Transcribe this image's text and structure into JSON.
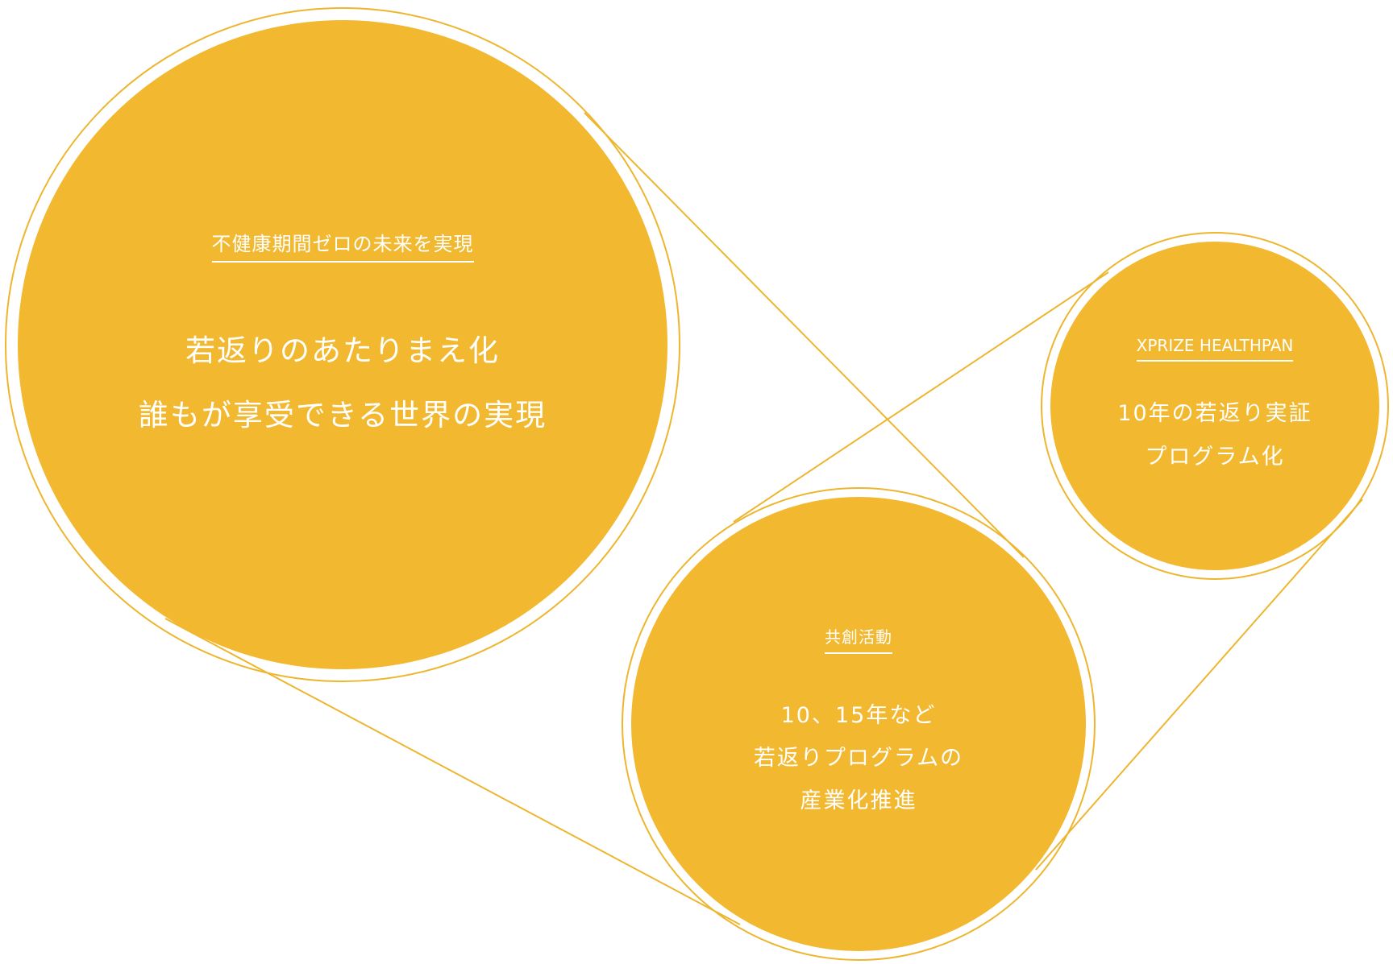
{
  "colors": {
    "fill": "#F2B82F",
    "outline": "#EDB62E",
    "text": "#FFFFFF",
    "background": "#FFFFFF"
  },
  "circles": {
    "large": {
      "label": "不健康期間ゼロの未来を実現",
      "lines": [
        "若返りのあたりまえ化",
        "誰もが享受できる世界の実現"
      ]
    },
    "top_right": {
      "label": "XPRIZE HEALTHPAN",
      "lines": [
        "10年の若返り実証",
        "プログラム化"
      ]
    },
    "bottom": {
      "label": "共創活動",
      "lines": [
        "10、15年など",
        "若返りプログラムの",
        "産業化推進"
      ]
    }
  }
}
